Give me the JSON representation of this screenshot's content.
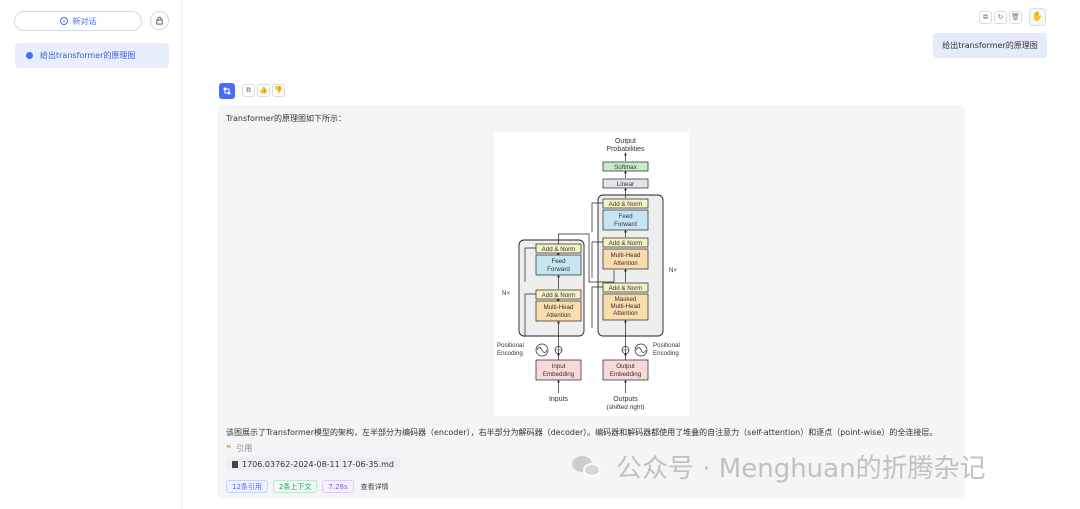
{
  "sidebar": {
    "new_chat_label": "新对话",
    "conversations": [
      {
        "label": "给出transformer的原理图"
      }
    ]
  },
  "user_message": "给出transformer的原理图",
  "answer": {
    "intro": "Transformer的原理图如下所示：",
    "description": "该图展示了Transformer模型的架构，左半部分为编码器（encoder），右半部分为解码器（decoder）。编码器和解码器都使用了堆叠的自注意力（self-attention）和逐点（point-wise）的全连接层。",
    "citation_label": "引用",
    "file_name": "1706.03762-2024-08-11 17-06-35.md",
    "tags": [
      "12条引用",
      "2条上下文",
      "7.28s"
    ],
    "details_label": "查看详情"
  },
  "diagram": {
    "output_probabilities": [
      "Output",
      "Probabilities"
    ],
    "softmax": "Softmax",
    "linear": "Linear",
    "add_norm": "Add & Norm",
    "feed_forward": [
      "Feed",
      "Forward"
    ],
    "multi_head": [
      "Multi-Head",
      "Attention"
    ],
    "masked_multi_head": [
      "Masked",
      "Multi-Head",
      "Attention"
    ],
    "nx": "N×",
    "positional_encoding": [
      "Positional",
      "Encoding"
    ],
    "input_embedding": [
      "Input",
      "Embedding"
    ],
    "output_embedding": [
      "Output",
      "Embedding"
    ],
    "inputs": "Inputs",
    "outputs": [
      "Outputs",
      "(shifted right)"
    ]
  },
  "watermark": "公众号 · Menghuan的折腾杂记",
  "colors": {
    "accent": "#4a6cf7",
    "user_bubble": "#e4ebfb",
    "answer_bg": "#f4f5f7"
  }
}
